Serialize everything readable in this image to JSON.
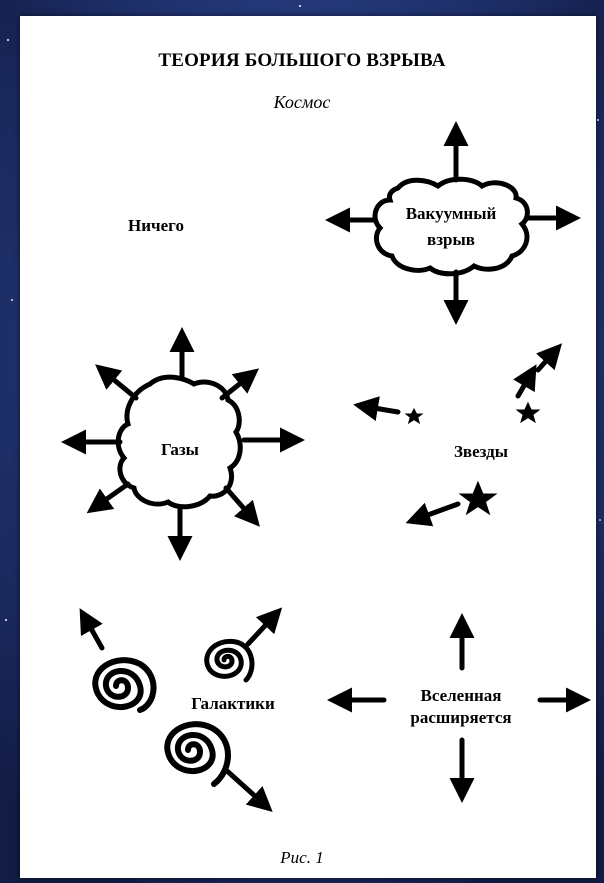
{
  "title": "ТЕОРИЯ БОЛЬШОГО ВЗРЫВА",
  "subtitle": "Космос",
  "stages": {
    "nothing": "Ничего",
    "vacuum_line1": "Вакуумный",
    "vacuum_line2": "взрыв",
    "gases": "Газы",
    "stars": "Звезды",
    "galaxies": "Галактики",
    "universe_line1": "Вселенная",
    "universe_line2": "расширяется"
  },
  "caption": "Рис. 1",
  "colors": {
    "background": "#1b2a5e",
    "sheet": "#ffffff",
    "ink": "#000000"
  }
}
